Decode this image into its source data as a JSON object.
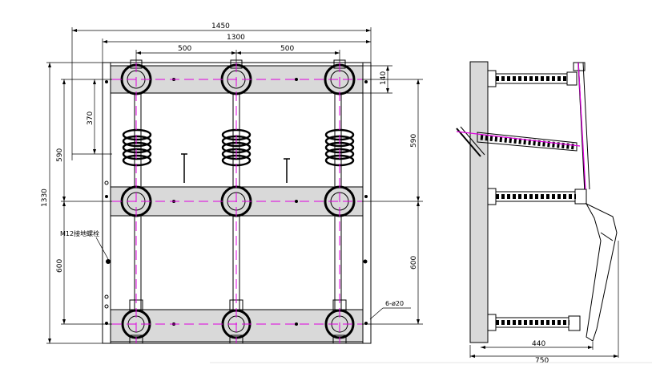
{
  "front_view": {
    "overall_width": "1450",
    "frame_width": "1300",
    "pole_spacing_left": "500",
    "pole_spacing_right": "500",
    "overall_height": "1330",
    "upper_height": "590",
    "upper_height_right": "590",
    "insulator_offset": "370",
    "top_offset": "140",
    "lower_height": "600",
    "lower_height_right": "600",
    "ground_bolt_label": "M12接地螺栓",
    "hole_label": "6-ø20"
  },
  "side_view": {
    "depth_inner": "440",
    "depth_overall": "750"
  },
  "colors": {
    "line": "#000000",
    "centerline": "#e000e0",
    "plate": "#d9d9d9"
  }
}
